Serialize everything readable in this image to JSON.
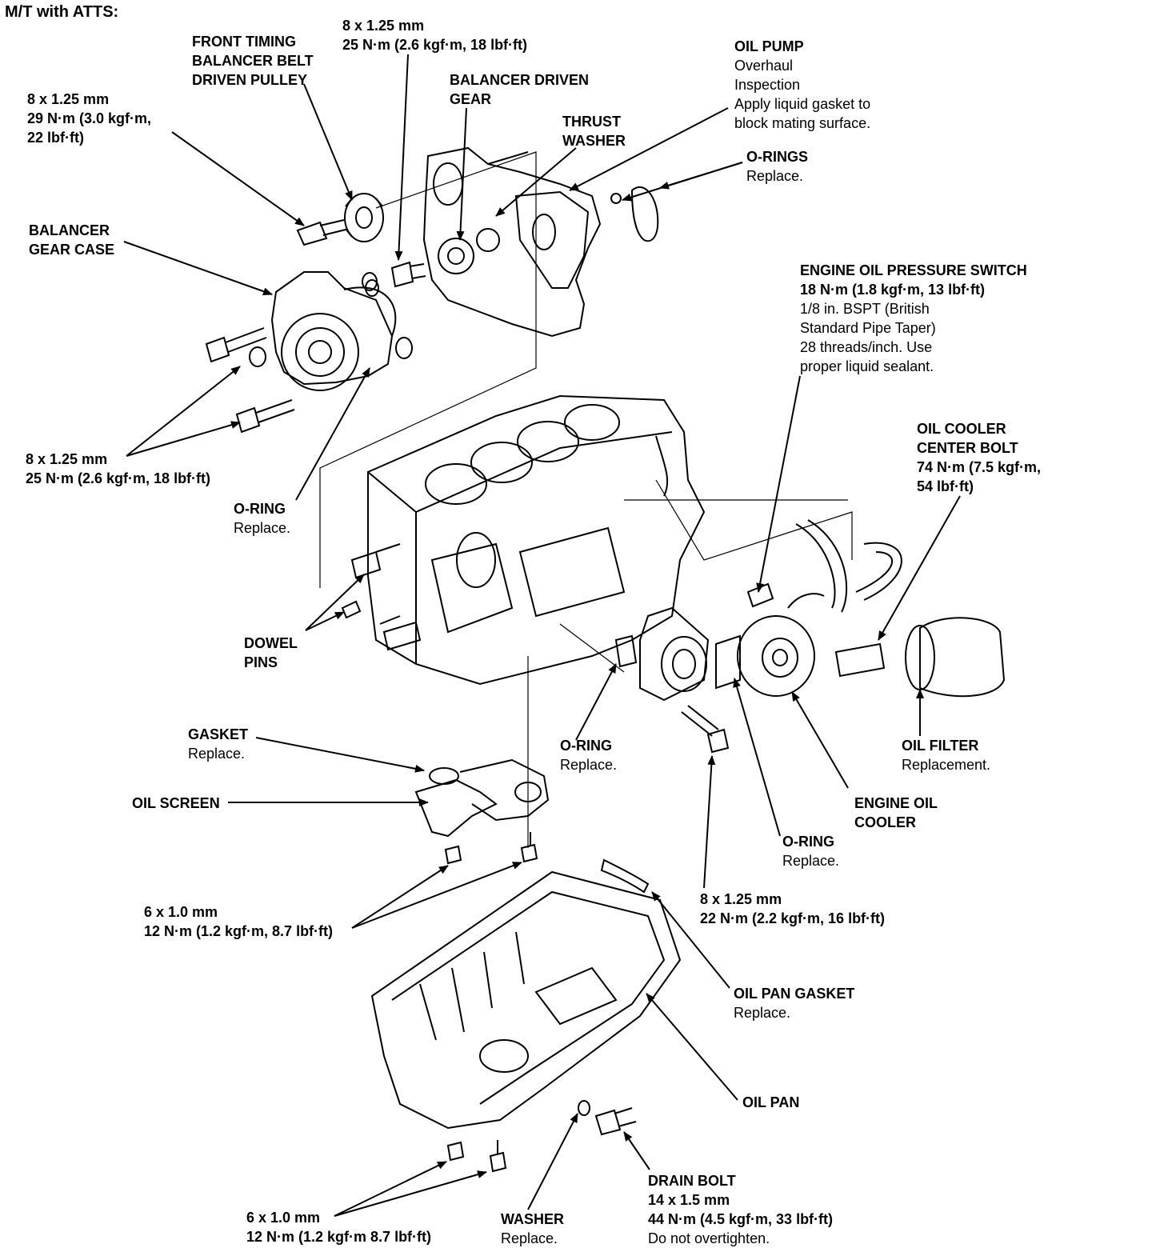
{
  "title": "M/T with ATTS:",
  "callouts": {
    "pulley": [
      "FRONT TIMING",
      "BALANCER BELT",
      "DRIVEN PULLEY"
    ],
    "bolt_top": [
      "8 x 1.25 mm",
      "25 N·m (2.6 kgf·m, 18 lbf·ft)"
    ],
    "bolt_left": [
      "8 x 1.25 mm",
      "29 N·m (3.0 kgf·m,",
      "22 lbf·ft)"
    ],
    "balancer_gear": [
      "BALANCER DRIVEN",
      "GEAR"
    ],
    "thrust_washer": [
      "THRUST",
      "WASHER"
    ],
    "oil_pump_title": "OIL PUMP",
    "oil_pump_notes": [
      "Overhaul",
      "Inspection",
      "Apply liquid gasket to",
      "block mating surface."
    ],
    "o_rings_title": "O-RINGS",
    "o_rings_note": "Replace.",
    "balancer_case": [
      "BALANCER",
      "GEAR CASE"
    ],
    "pressure_switch_title": "ENGINE OIL PRESSURE SWITCH",
    "pressure_switch_torque": "18 N·m (1.8 kgf·m, 13 lbf·ft)",
    "pressure_switch_notes": [
      "1/8 in. BSPT (British",
      "Standard Pipe Taper)",
      "28 threads/inch. Use",
      "proper liquid sealant."
    ],
    "bolt_mid": [
      "8 x 1.25 mm",
      "25 N·m (2.6 kgf·m, 18 lbf·ft)"
    ],
    "cooler_bolt": [
      "OIL COOLER",
      "CENTER BOLT",
      "74 N·m (7.5 kgf·m,",
      "54 lbf·ft)"
    ],
    "oring_a_title": "O-RING",
    "oring_a_note": "Replace.",
    "dowel": [
      "DOWEL",
      "PINS"
    ],
    "gasket_title": "GASKET",
    "gasket_note": "Replace.",
    "oil_screen": "OIL SCREEN",
    "oring_b_title": "O-RING",
    "oring_b_note": "Replace.",
    "oil_filter_title": "OIL FILTER",
    "oil_filter_note": "Replacement.",
    "engine_oil_cooler": [
      "ENGINE OIL",
      "COOLER"
    ],
    "oring_c_title": "O-RING",
    "oring_c_note": "Replace.",
    "bolt_screen": [
      "6 x 1.0 mm",
      "12 N·m (1.2 kgf·m, 8.7 lbf·ft)"
    ],
    "bolt_cooler": [
      "8 x 1.25 mm",
      "22 N·m (2.2 kgf·m, 16 lbf·ft)"
    ],
    "pan_gasket_title": "OIL PAN GASKET",
    "pan_gasket_note": "Replace.",
    "oil_pan": "OIL PAN",
    "drain_bolt_title": "DRAIN BOLT",
    "drain_bolt_lines": [
      "14 x 1.5 mm",
      "44 N·m (4.5 kgf·m, 33 lbf·ft)"
    ],
    "drain_bolt_note": "Do not overtighten.",
    "washer_title": "WASHER",
    "washer_note": "Replace.",
    "bolt_pan": [
      "6 x 1.0 mm",
      "12 N·m (1.2 kgf·m 8.7 lbf·ft)"
    ]
  }
}
